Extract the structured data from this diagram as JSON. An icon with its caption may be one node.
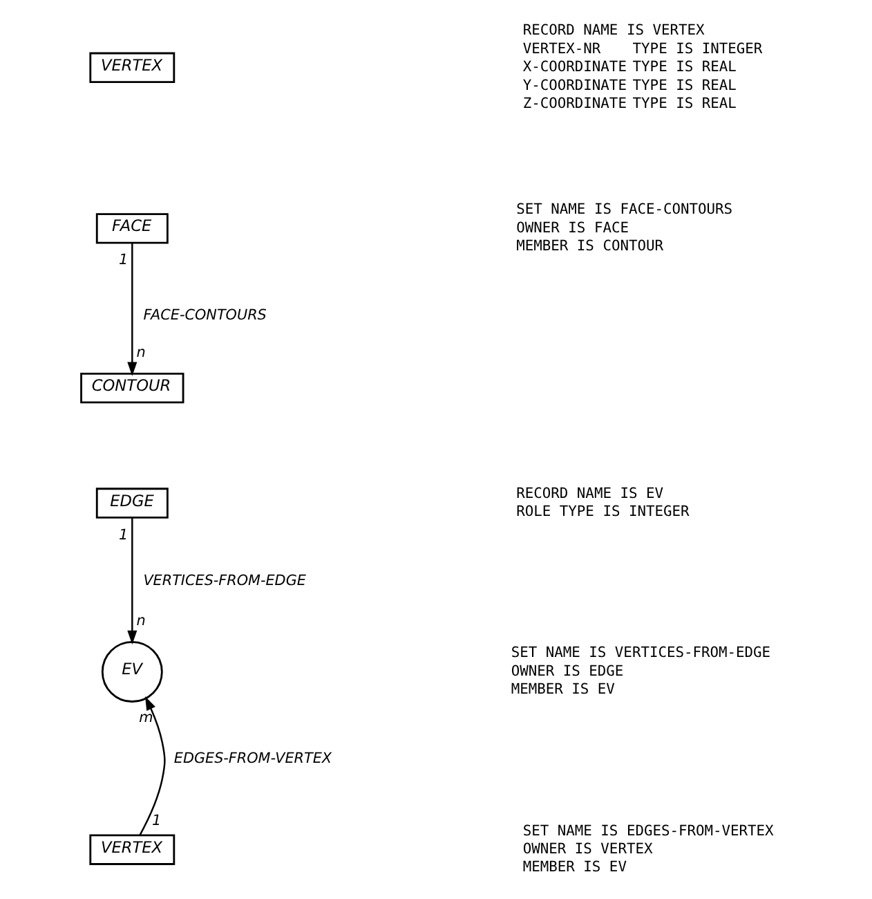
{
  "diagram": {
    "nodes": [
      {
        "text": [
          "VERTEX"
        ]
      },
      {
        "text": [
          "FACE"
        ]
      },
      {
        "text": [
          "CONTOUR"
        ]
      },
      {
        "text": [
          "EDGE"
        ]
      },
      {
        "text": [
          "EV"
        ]
      },
      {
        "text": [
          "VERTEX"
        ]
      }
    ],
    "edges": [
      {
        "from": 1,
        "to": 2,
        "arrow": "to",
        "label": "FACE-CONTOURS"
      },
      {
        "from": 3,
        "to": 4,
        "arrow": "to",
        "label": "VERTICES-FROM-EDGE"
      },
      {
        "from": 5,
        "to": 4,
        "arrow": "to",
        "label": "EDGES-FROM-VERTEX"
      }
    ],
    "labels": [
      "RECORD NAME IS VERTEX",
      "VERTEX-NR",
      "TYPE IS INTEGER",
      "X-COORDINATE",
      "TYPE IS REAL",
      "Y-COORDINATE",
      "TYPE IS REAL",
      "Z-COORDINATE",
      "TYPE IS REAL",
      "1",
      "SET NAME IS FACE-CONTOURS",
      "OWNER IS FACE",
      "MEMBER IS CONTOUR",
      "n",
      "RECORD NAME IS EV",
      "ROLE TYPE IS INTEGER",
      "1",
      "SET NAME IS VERTICES-FROM-EDGE",
      "OWNER IS EDGE",
      "MEMBER IS EV",
      "n",
      "m",
      "SET NAME IS EDGES-FROM-VERTEX",
      "OWNER IS VERTEX",
      "MEMBER IS EV",
      "1"
    ]
  }
}
